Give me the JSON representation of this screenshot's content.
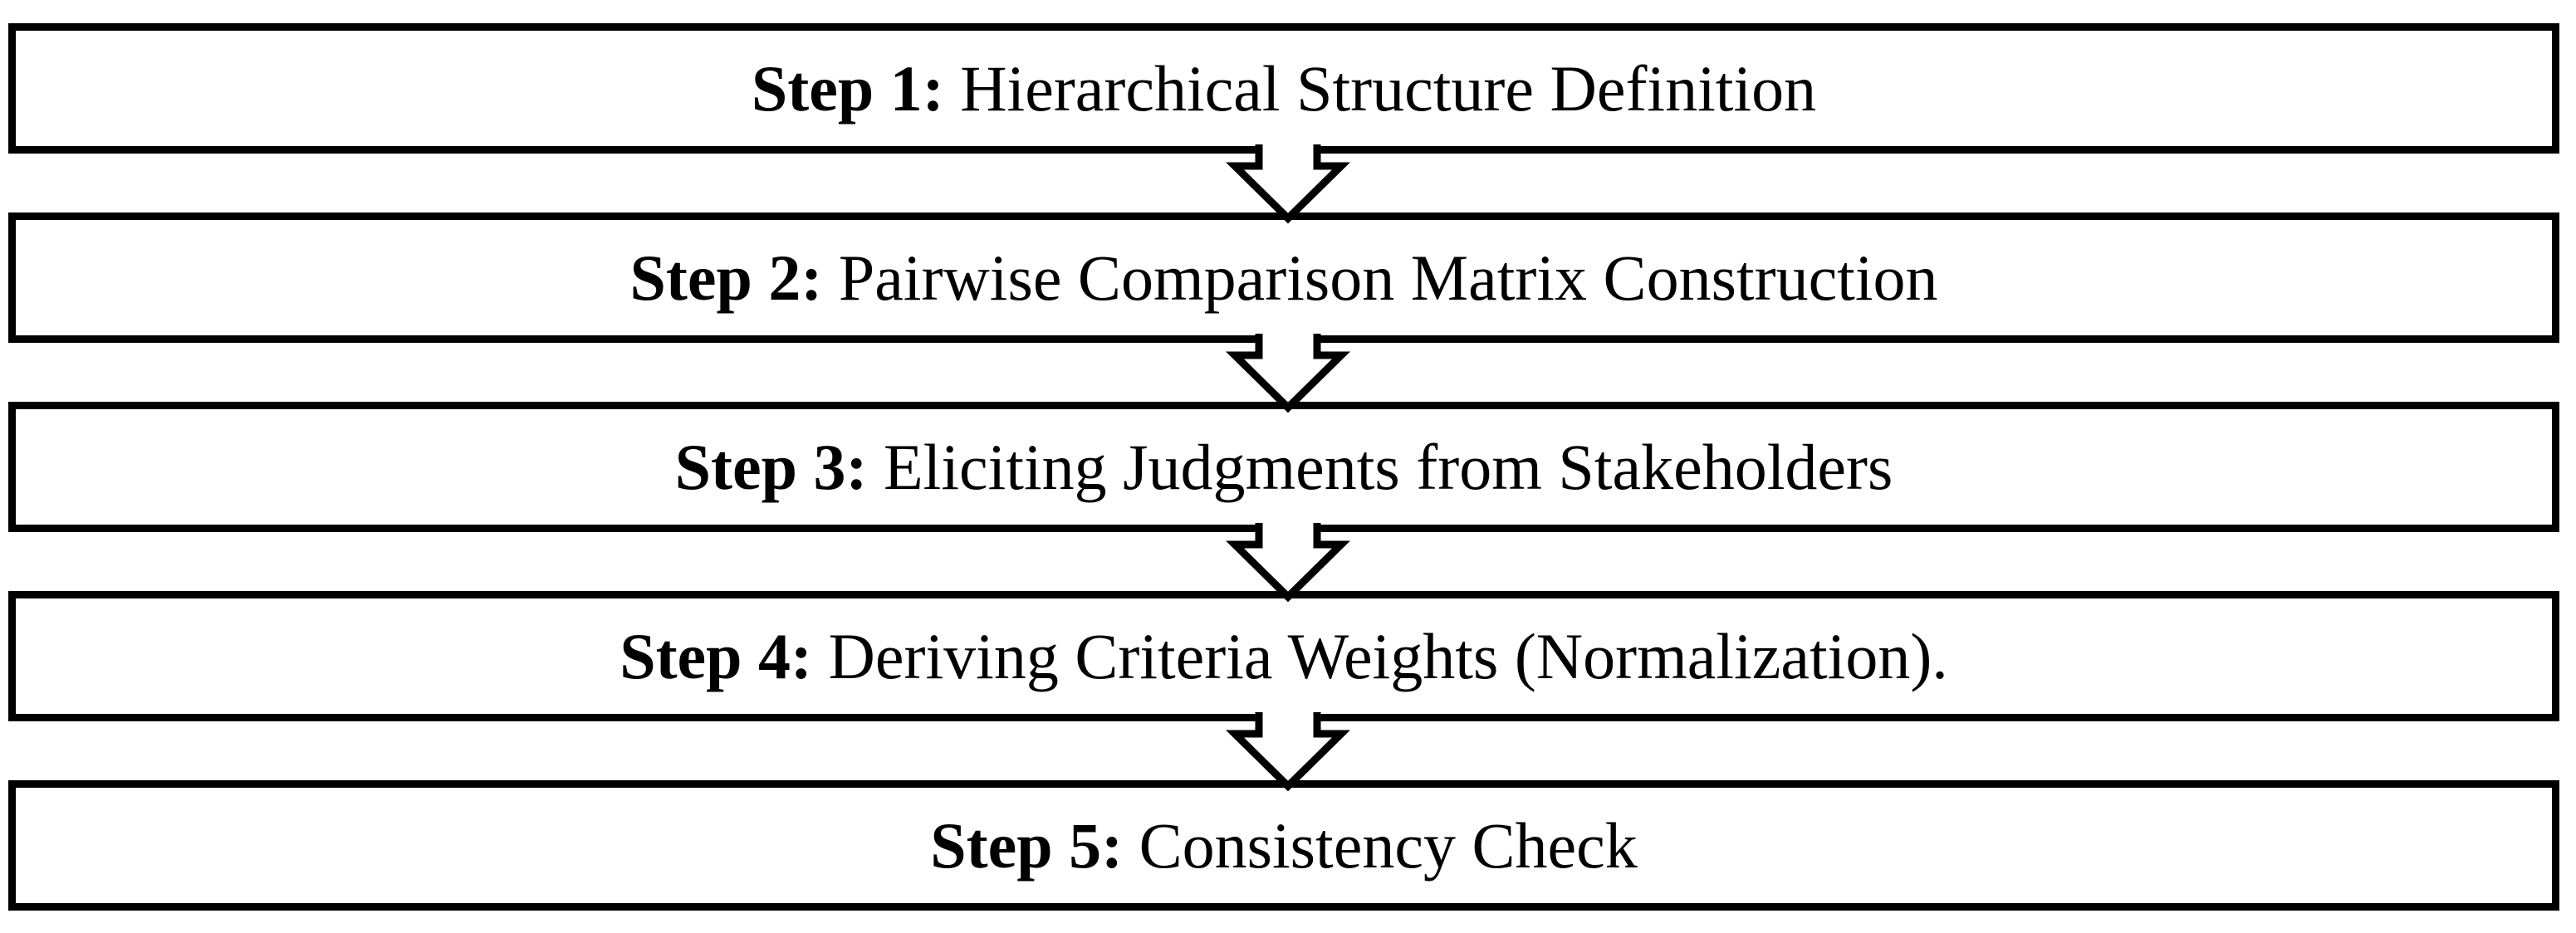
{
  "figure": {
    "type": "flowchart",
    "direction": "top-down",
    "connector_icon": "down-block-arrow-outline",
    "colors": {
      "border": "#000000",
      "background": "#ffffff",
      "text": "#000000"
    },
    "steps": [
      {
        "prefix": "Step 1:",
        "label": " Hierarchical Structure Definition"
      },
      {
        "prefix": "Step 2:",
        "label": " Pairwise Comparison Matrix Construction"
      },
      {
        "prefix": "Step 3:",
        "label": " Eliciting Judgments from Stakeholders"
      },
      {
        "prefix": "Step 4:",
        "label": " Deriving Criteria Weights (Normalization)."
      },
      {
        "prefix": "Step 5:",
        "label": " Consistency Check"
      }
    ]
  }
}
